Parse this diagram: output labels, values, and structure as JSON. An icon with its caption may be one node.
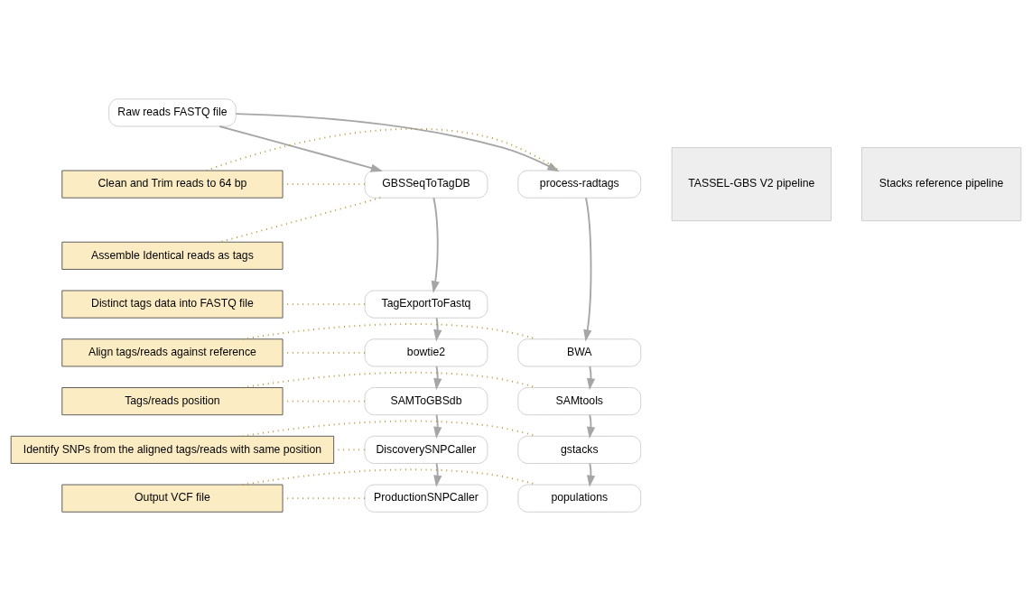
{
  "diagram": {
    "nodes": [
      {
        "text": [
          "Raw reads FASTQ file"
        ]
      },
      {
        "text": [
          "TASSEL-GBS V2 pipeline"
        ]
      },
      {
        "text": [
          "GBSSeqToTagDB"
        ]
      },
      {
        "text": [
          "Clean and Trim reads to 64 bp"
        ]
      },
      {
        "text": [
          "process-radtags"
        ]
      },
      {
        "text": [
          "Stacks reference pipeline"
        ]
      },
      {
        "text": [
          "Assemble Identical reads as tags"
        ]
      },
      {
        "text": [
          "TagExportToFastq"
        ]
      },
      {
        "text": [
          "Distinct tags data into FASTQ file"
        ]
      },
      {
        "text": [
          "bowtie2"
        ]
      },
      {
        "text": [
          "Align tags/reads against reference"
        ]
      },
      {
        "text": [
          "BWA"
        ]
      },
      {
        "text": [
          "SAMToGBSdb"
        ]
      },
      {
        "text": [
          "Tags/reads position"
        ]
      },
      {
        "text": [
          "SAMtools"
        ]
      },
      {
        "text": [
          "DiscoverySNPCaller"
        ]
      },
      {
        "text": [
          "Identify SNPs from the aligned tags/reads with same position"
        ]
      },
      {
        "text": [
          "gstacks"
        ]
      },
      {
        "text": [
          "ProductionSNPCaller"
        ]
      },
      {
        "text": [
          "Output VCF file"
        ]
      },
      {
        "text": [
          "populations"
        ]
      }
    ],
    "edges": [
      {
        "from": 0,
        "to": 2,
        "arrow": "to",
        "color": "#a6a6a6"
      },
      {
        "from": 0,
        "to": 4,
        "arrow": "to",
        "color": "#a6a6a6"
      },
      {
        "from": 2,
        "to": 3,
        "arrow": "none",
        "style": "dashed"
      },
      {
        "from": 3,
        "to": 4,
        "arrow": "none",
        "style": "dashed"
      },
      {
        "from": 2,
        "to": 6,
        "arrow": "none",
        "style": "dashed"
      },
      {
        "from": 2,
        "to": 7,
        "arrow": "to",
        "color": "#a6a6a6"
      },
      {
        "from": 7,
        "to": 8,
        "arrow": "none",
        "style": "dashed"
      },
      {
        "from": 7,
        "to": 9,
        "arrow": "to",
        "color": "#a6a6a6"
      },
      {
        "from": 9,
        "to": 10,
        "arrow": "none",
        "style": "dashed"
      },
      {
        "from": 10,
        "to": 11,
        "arrow": "none",
        "style": "dashed"
      },
      {
        "from": 4,
        "to": 11,
        "arrow": "to",
        "color": "#a6a6a6"
      },
      {
        "from": 9,
        "to": 12,
        "arrow": "to",
        "color": "#a6a6a6"
      },
      {
        "from": 12,
        "to": 13,
        "arrow": "none",
        "style": "dashed"
      },
      {
        "from": 13,
        "to": 14,
        "arrow": "none",
        "style": "dashed"
      },
      {
        "from": 11,
        "to": 14,
        "arrow": "to",
        "color": "#a6a6a6"
      },
      {
        "from": 12,
        "to": 15,
        "arrow": "to",
        "color": "#a6a6a6"
      },
      {
        "from": 15,
        "to": 16,
        "arrow": "none",
        "style": "dashed"
      },
      {
        "from": 16,
        "to": 17,
        "arrow": "none",
        "style": "dashed"
      },
      {
        "from": 14,
        "to": 17,
        "arrow": "to",
        "color": "#a6a6a6"
      },
      {
        "from": 15,
        "to": 18,
        "arrow": "to",
        "color": "#a6a6a6"
      },
      {
        "from": 18,
        "to": 19,
        "arrow": "none",
        "style": "dashed"
      },
      {
        "from": 19,
        "to": 20,
        "arrow": "none",
        "style": "dashed"
      },
      {
        "from": 17,
        "to": 20,
        "arrow": "to",
        "color": "#a6a6a6"
      }
    ]
  }
}
